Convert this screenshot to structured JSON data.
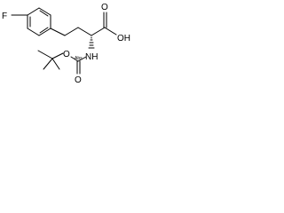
{
  "structure": {
    "atoms": {
      "fluorine": "F",
      "acid_oxygen": "O",
      "acid_hydroxyl": "OH",
      "amide_nitrogen": "NH",
      "carbonyl_oxygen": "O",
      "ester_oxygen": "O",
      "stereo_mark": "Abs"
    }
  }
}
